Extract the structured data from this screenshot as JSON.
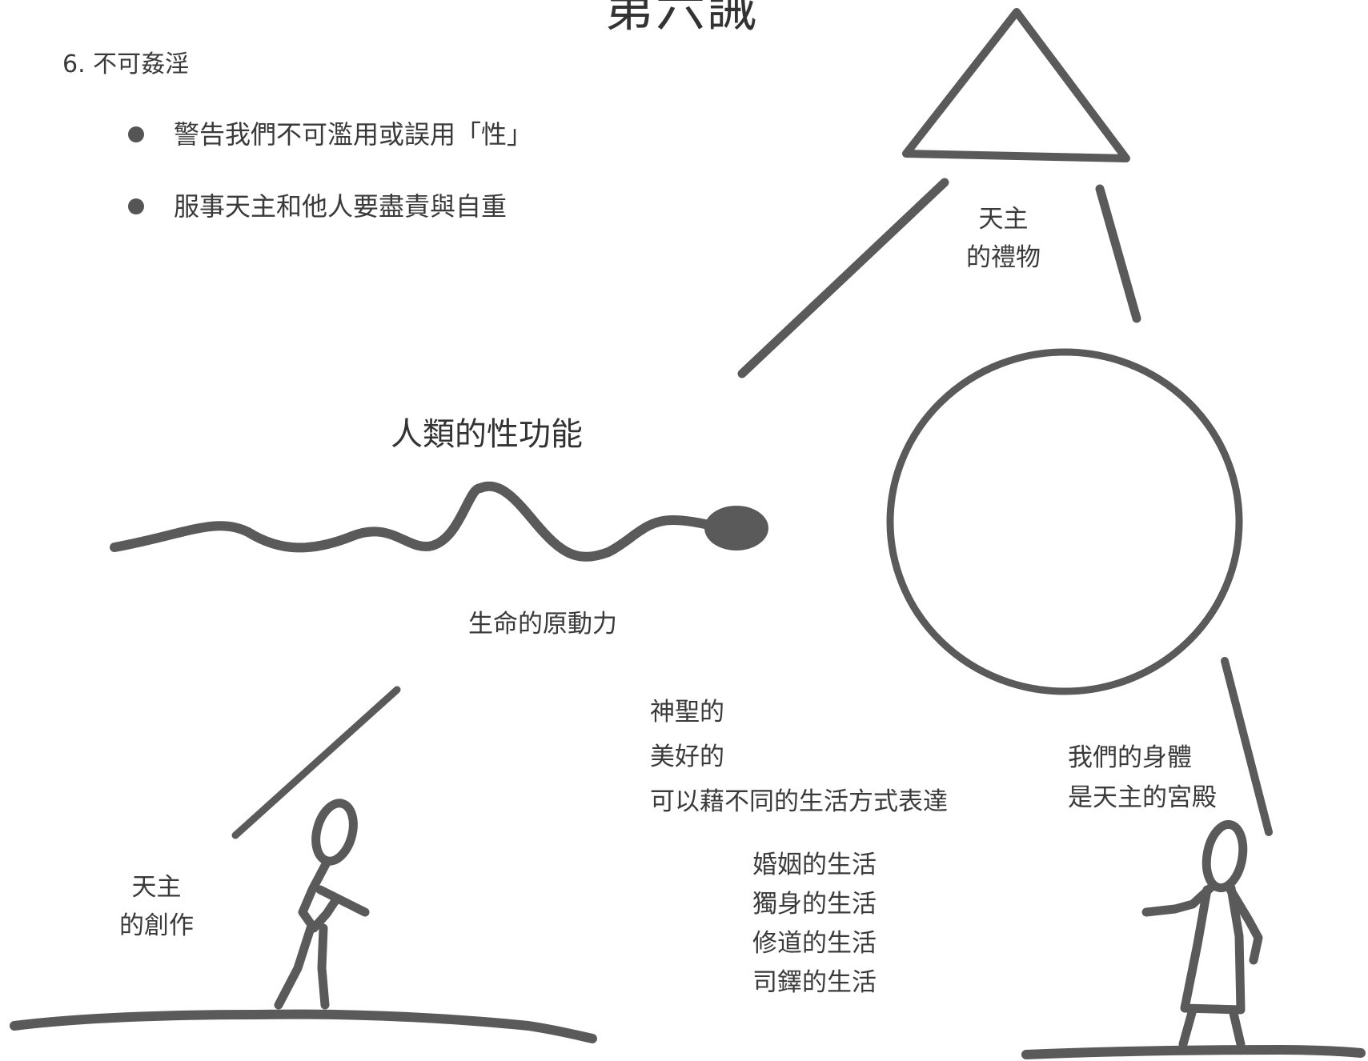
{
  "title": "第六誡",
  "heading": "6. 不可姦淫",
  "bullets": [
    "警告我們不可濫用或誤用「性」",
    "服事天主和他人要盡責與自重"
  ],
  "sexuality_title": "人類的性功能",
  "life_force_label": "生命的原動力",
  "gift_label": {
    "line1": "天主",
    "line2": "的禮物"
  },
  "creation_label": {
    "line1": "天主",
    "line2": "的創作"
  },
  "temple_label": {
    "line1": "我們的身體",
    "line2": "是天主的宮殿"
  },
  "qualities": [
    "神聖的",
    "美好的",
    "可以藉不同的生活方式表達"
  ],
  "lifestyles": [
    "婚姻的生活",
    "獨身的生活",
    "修道的生活",
    "司鐸的生活"
  ],
  "colors": {
    "ink": "#5a5a5a",
    "text": "#3a3a3a",
    "background": "#ffffff"
  }
}
